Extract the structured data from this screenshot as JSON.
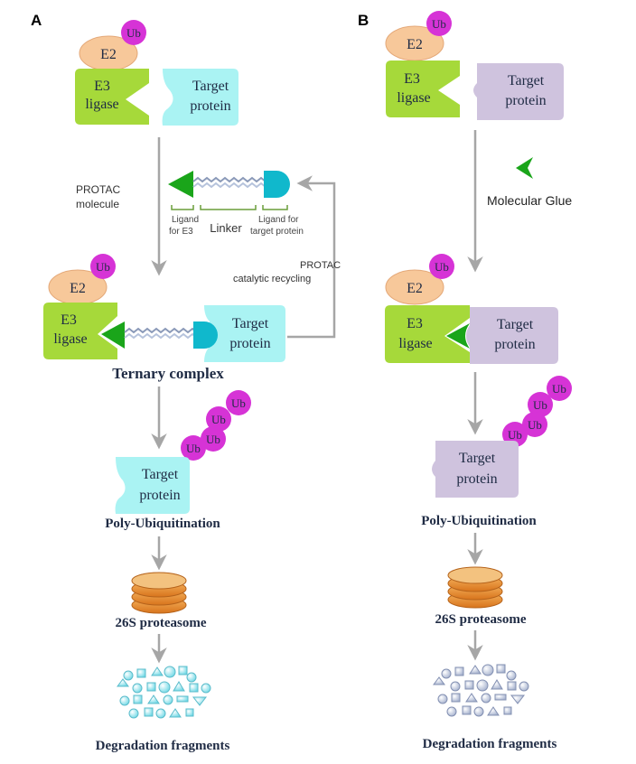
{
  "panels": {
    "a_label": "A",
    "b_label": "B"
  },
  "labels": {
    "ub": "Ub",
    "e2": "E2",
    "e3_line1": "E3",
    "e3_line2": "ligase",
    "target_line1": "Target",
    "target_line2": "protein",
    "protac_line1": "PROTAC",
    "protac_line2": "molecule",
    "ligand_e3_line1": "Ligand",
    "ligand_e3_line2": "for E3",
    "linker": "Linker",
    "ligand_target_line1": "Ligand for",
    "ligand_target_line2": "target protein",
    "recycling_line1": "PROTAC",
    "recycling_line2": "catalytic  recycling",
    "ternary": "Ternary complex",
    "poly_ub": "Poly-Ubiquitination",
    "proteasome": "26S proteasome",
    "fragments": "Degradation fragments",
    "molecular_glue": "Molecular Glue"
  },
  "colors": {
    "ub": "#d633d6",
    "e2": "#f7c89a",
    "e3": "#a6d93a",
    "target_a": "#aaf3f3",
    "target_b": "#cfc3de",
    "ligand_green": "#1aa51a",
    "ligand_cyan": "#10b8cc",
    "arrow": "#a6a6a6",
    "proteasome": "#e7902e",
    "text_dark": "#1f2b44"
  }
}
